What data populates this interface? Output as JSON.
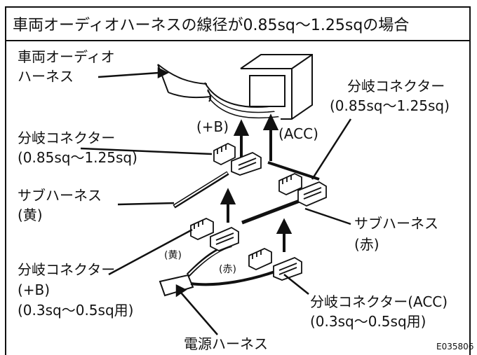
{
  "title": "車両オーディオハーネスの線径が0.85sq～1.25sqの場合",
  "labels": {
    "vehicle_harness": [
      "車両オーディオ",
      "ハーネス"
    ],
    "branch_top_right": [
      "分岐コネクター",
      "(0.85sq～1.25sq)"
    ],
    "plus_b_top": "(+B)",
    "acc_top": "(ACC)",
    "branch_left": [
      "分岐コネクター",
      "(0.85sq～1.25sq)"
    ],
    "sub_harness_yellow": [
      "サブハーネス",
      "(黄)"
    ],
    "sub_harness_red": [
      "サブハーネス",
      "(赤)"
    ],
    "yellow_small": "(黄)",
    "red_small": "(赤)",
    "branch_bottom_left": [
      "分岐コネクター",
      "(+B)",
      "(0.3sq～0.5sq用)"
    ],
    "branch_bottom_right": [
      "分岐コネクター(ACC)",
      "(0.3sq～0.5sq用)"
    ],
    "power_harness": "電源ハーネス"
  },
  "figure_code": "E035806"
}
